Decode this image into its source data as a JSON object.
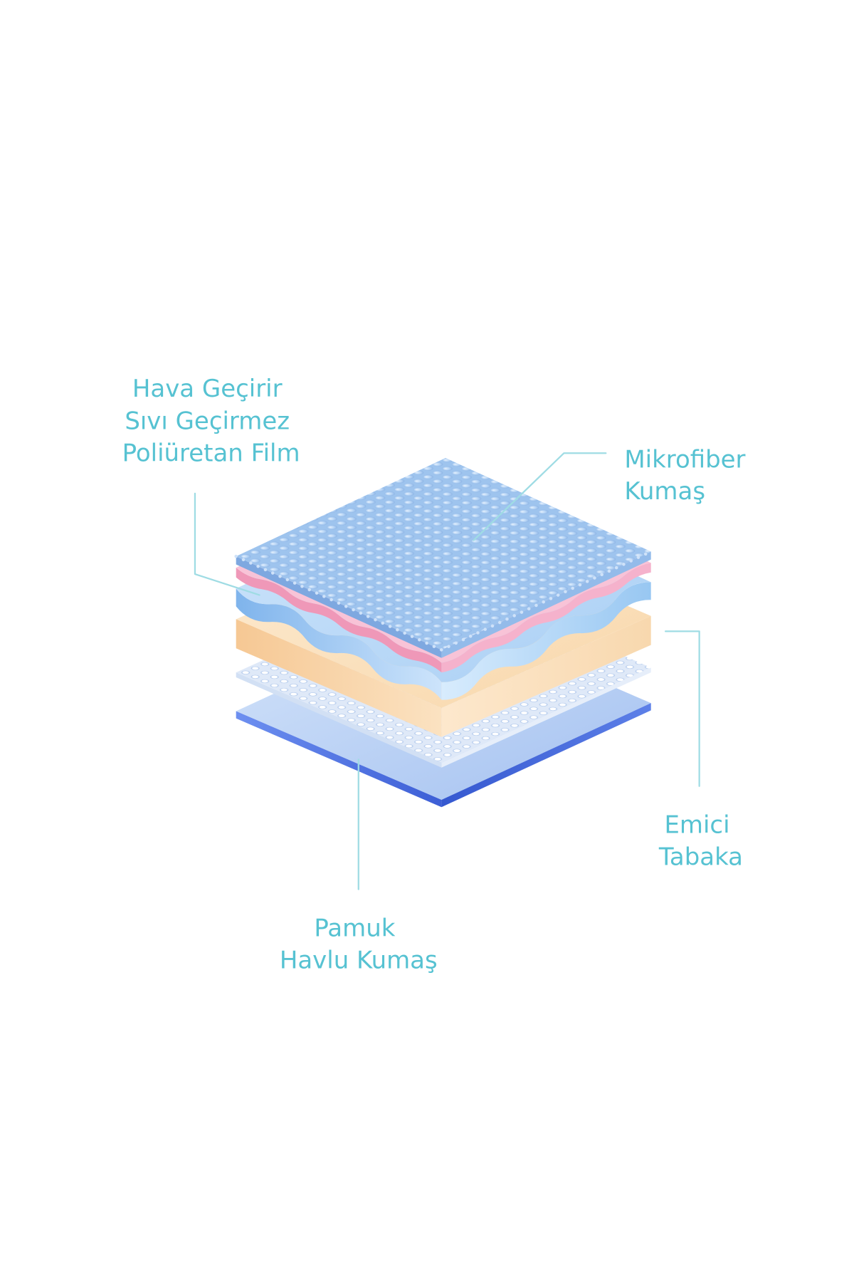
{
  "labels": {
    "film": {
      "lines": [
        "Hava Geçirir",
        "Sıvı Geçirmez",
        "Poliüretan Film"
      ]
    },
    "microfiber": {
      "lines": [
        "Mikrofiber",
        "Kumaş"
      ]
    },
    "absorbent": {
      "lines": [
        "Emici",
        "Tabaka"
      ]
    },
    "cotton": {
      "lines": [
        "Pamuk",
        "Havlu Kumaş"
      ]
    }
  },
  "colors": {
    "background": "#ffffff",
    "label_text": "#56c2d2",
    "leader_line": "#9fdce4",
    "microfiber_layer": "#a7cbf2",
    "film_layer": "#f4aac6",
    "wave_layer": "#b9d9f7",
    "absorbent_layer": "#f9d6a6",
    "perforated_layer": "#e2ebf9",
    "base_layer": "#b8d1f5",
    "base_edge": "#3f62d8"
  }
}
